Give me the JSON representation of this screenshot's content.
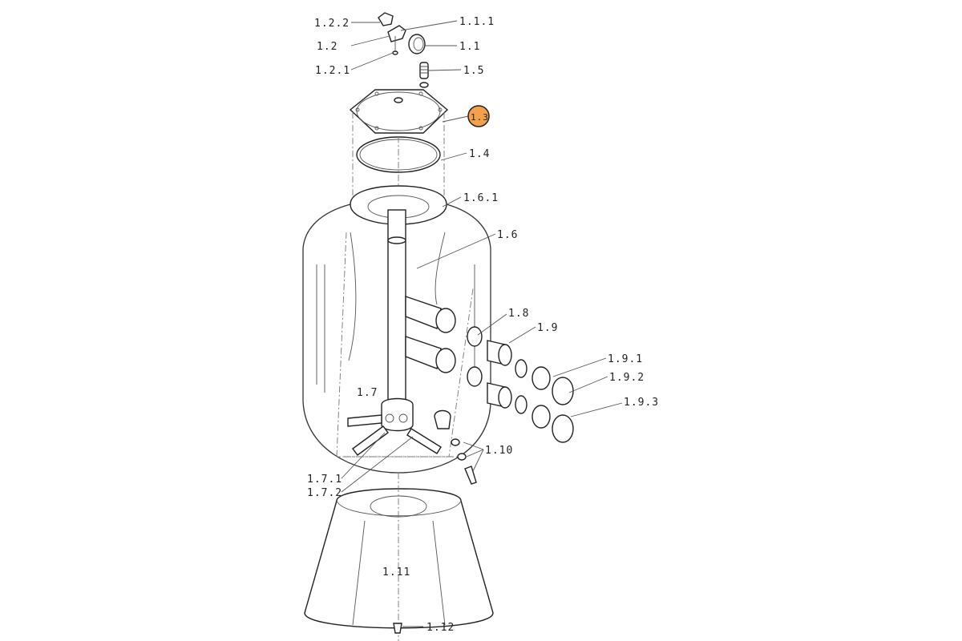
{
  "diagram": {
    "title": "Sand filter exploded parts view",
    "highlight_color": "#F5A04A",
    "labels": {
      "p1_2_2": "1.2.2",
      "p1_1_1": "1.1.1",
      "p1_2": "1.2",
      "p1_1": "1.1",
      "p1_2_1": "1.2.1",
      "p1_5": "1.5",
      "p1_3": "1.3",
      "p1_4": "1.4",
      "p1_6_1": "1.6.1",
      "p1_6": "1.6",
      "p1_8": "1.8",
      "p1_9": "1.9",
      "p1_9_1": "1.9.1",
      "p1_9_2": "1.9.2",
      "p1_9_3": "1.9.3",
      "p1_7": "1.7",
      "p1_10": "1.10",
      "p1_7_1": "1.7.1",
      "p1_7_2": "1.7.2",
      "p1_11": "1.11",
      "p1_12": "1.12"
    }
  }
}
